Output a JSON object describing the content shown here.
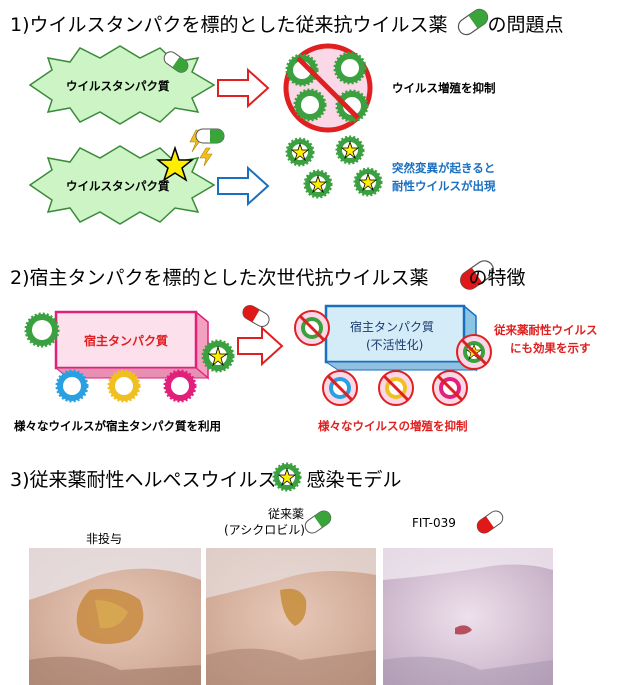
{
  "section1": {
    "heading": "1)ウイルスタンパクを標的とした従来抗ウイルス薬",
    "heading_suffix": "の問題点",
    "virus_protein": "ウイルスタンパク質",
    "result_top": "ウイルス増殖を抑制",
    "result_bottom_line1": "突然変異が起きると",
    "result_bottom_line2": "耐性ウイルスが出現"
  },
  "section2": {
    "heading": "2)宿主タンパクを標的とした次世代抗ウイルス薬",
    "heading_suffix": "の特徴",
    "host_protein": "宿主タンパク質",
    "host_protein_inactive_line1": "宿主タンパク質",
    "host_protein_inactive_line2": "(不活性化)",
    "left_caption": "様々なウイルスが宿主タンパク質を利用",
    "right_caption": "様々なウイルスの増殖を抑制",
    "resistant_note_line1": "従来薬耐性ウイルス",
    "resistant_note_line2": "にも効果を示す"
  },
  "section3": {
    "heading": "3)従来薬耐性ヘルペスウイルス",
    "heading_suffix": "感染モデル",
    "photos": [
      {
        "caption_line1": "非投与",
        "caption_line2": ""
      },
      {
        "caption_line1": "従来薬",
        "caption_line2": "(アシクロビル)"
      },
      {
        "caption_line1": "FIT-039",
        "caption_line2": ""
      }
    ]
  },
  "colors": {
    "virus_green": "#3aa040",
    "virus_blue": "#2aa0e0",
    "virus_yellow": "#f0c020",
    "virus_magenta": "#e0207a",
    "capsule_green": "#3aa43a",
    "capsule_red": "#e01818",
    "arrow_red": "#e02020",
    "arrow_blue": "#1a70c0",
    "host_pink": "#f8b8d0",
    "host_blue": "#b8dcf0"
  }
}
